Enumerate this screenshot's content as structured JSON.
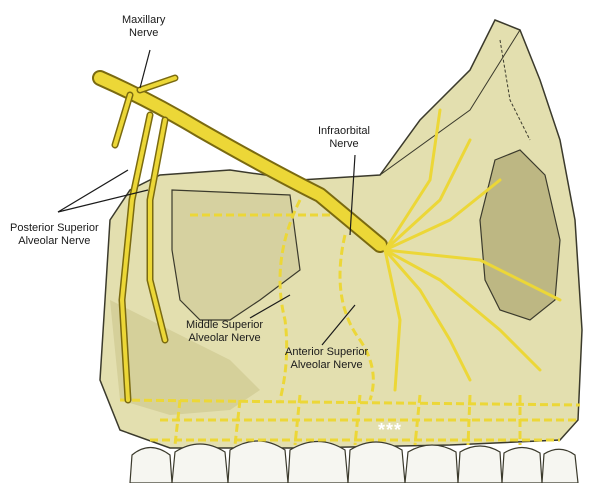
{
  "labels": {
    "maxillary_line1": "Maxillary",
    "maxillary_line2": "Nerve",
    "infraorbital_line1": "Infraorbital",
    "infraorbital_line2": "Nerve",
    "posterior_line1": "Posterior Superior",
    "posterior_line2": "Alveolar Nerve",
    "middle_line1": "Middle Superior",
    "middle_line2": "Alveolar Nerve",
    "anterior_line1": "Anterior Superior",
    "anterior_line2": "Alveolar Nerve",
    "plexus_marker": "***"
  },
  "colors": {
    "bone": "#e3dfaf",
    "bone_shadow": "#bdb783",
    "outline": "#3b3a2c",
    "nerve": "#ecd737",
    "nerve_outline": "#7a6a10",
    "teeth": "#f6f6f1",
    "background": "#ffffff"
  }
}
